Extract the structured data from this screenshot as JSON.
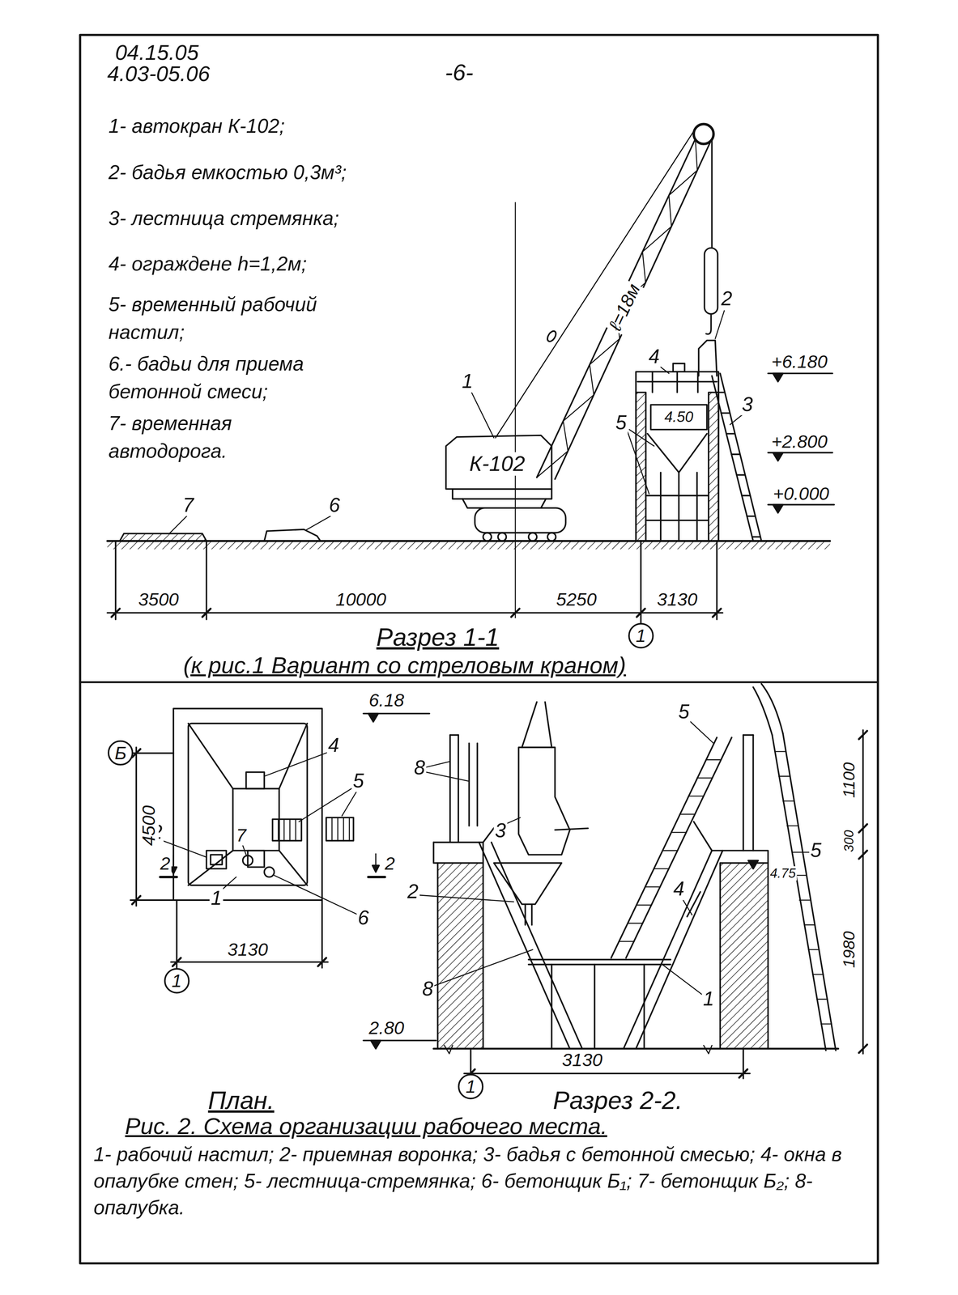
{
  "diagram": {
    "title": "Рис. 2. Схема организации рабочего места.",
    "caption": "1- рабочий настил; 2- приемная воронка; 3- бадья с бетонной смесью; 4- окна в опалубке стен; 5- лестница-стремянка; 6- бетонщик Б₁; 7- бетонщик Б₂; 8- опалубка.",
    "nodes": [
      {
        "text": [
          "1"
        ]
      },
      {
        "text": [
          "Б"
        ]
      },
      {
        "text": [
          "1"
        ]
      },
      {
        "text": [
          "1"
        ]
      }
    ],
    "labels": [
      "04.15.05",
      "4.03-05.06",
      "-6-",
      "1- автокран К-102;",
      "2- бадья емкостью 0,3м³;",
      "3- лестница стремянка;",
      "4- ограждене h=1,2м;",
      "5- временный рабочий настил;",
      "6.- бадьи для приема бетонной смеси;",
      "7- временная автодорога.",
      "ℓ=18м",
      "К-102",
      "2",
      "1",
      "4",
      "+6.180",
      "4.50",
      "3",
      "5",
      "+2.800",
      "+0.000",
      "7",
      "6",
      "3500",
      "10000",
      "5250",
      "3130",
      "Разрез 1-1",
      "(к рис.1 Вариант со стреловым краном)",
      "6.18",
      "4",
      "5",
      "8",
      "5",
      "2",
      "7",
      "3",
      "2",
      "2",
      "4.75",
      "2",
      "4",
      "1100",
      "300",
      "5",
      "1",
      "6",
      "1980",
      "8",
      "1",
      "4500",
      "3130",
      "2.80",
      "3130",
      "План.",
      "Разрез 2-2."
    ]
  }
}
